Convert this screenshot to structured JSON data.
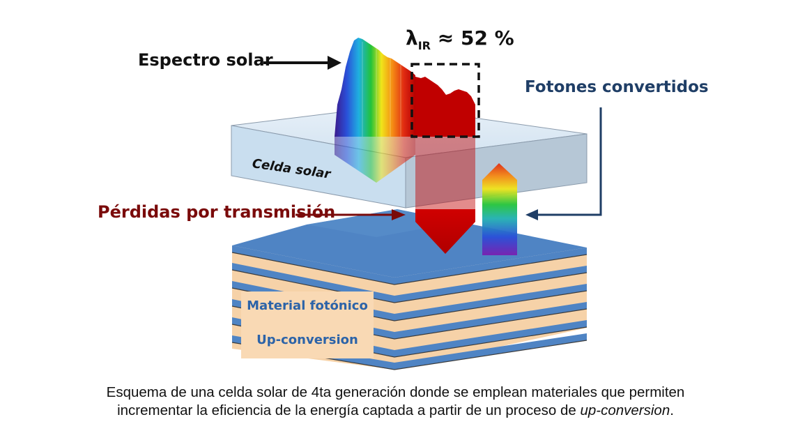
{
  "labels": {
    "solar_spectrum": "Espectro solar",
    "lambda_symbol": "λ",
    "lambda_subscript": "IR",
    "lambda_value": " ≈ 52 %",
    "converted_photons": "Fotones convertidos",
    "solar_cell": "Celda solar",
    "transmission_losses": "Pérdidas por transmisión",
    "photonic_material": "Material fotónico",
    "up_conversion": "Up-conversion"
  },
  "caption": {
    "line1": "Esquema de una celda solar de 4ta generación donde se emplean materiales que permiten",
    "line2_prefix": "incrementar la eficiencia de la energía captada a partir de un proceso de ",
    "line2_italic": "up-conversion",
    "line2_suffix": "."
  },
  "colors": {
    "loss_label": "#7a0a0a",
    "converted_label": "#1f3e66",
    "material_text": "#2c63a8",
    "ir_red": "#c00000",
    "cell_glass": "#c9deef",
    "stack_blue": "#4f84c4",
    "stack_tan": "#f6d2a8"
  }
}
